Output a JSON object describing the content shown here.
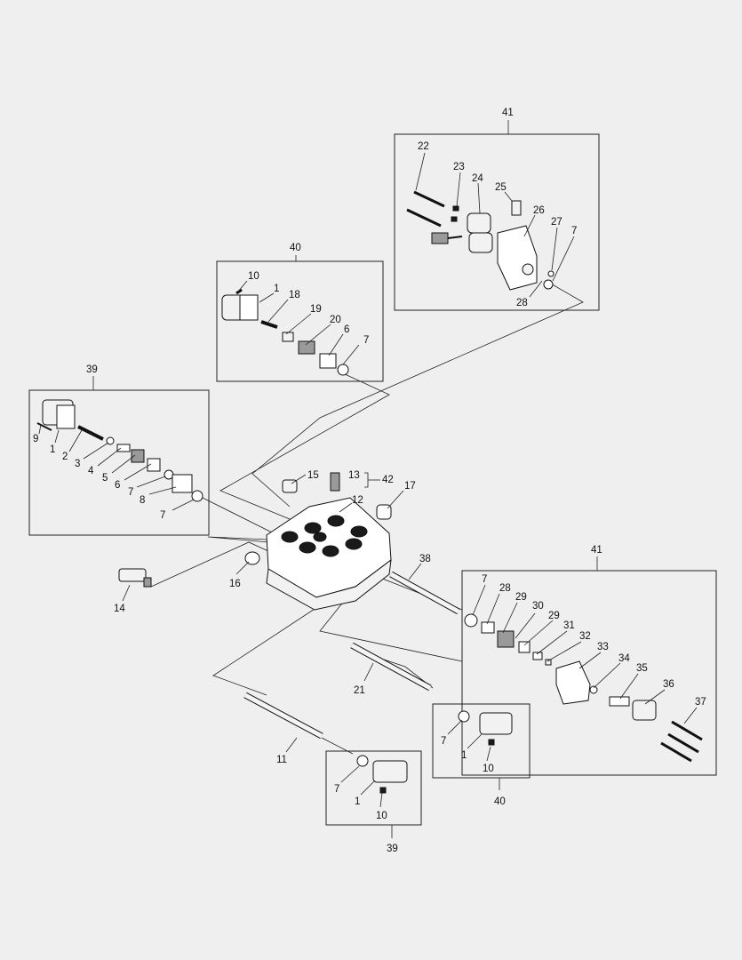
{
  "group_labels": {
    "g41_top": "41",
    "g40_top": "40",
    "g39_left": "39",
    "g41_right": "41",
    "g40_bottom": "40",
    "g39_bottom": "39"
  },
  "callouts": {
    "c22": "22",
    "c23": "23",
    "c24": "24",
    "c25": "25",
    "c26": "26",
    "c27": "27",
    "c7_a": "7",
    "c28_a": "28",
    "c10_a": "10",
    "c1_a": "1",
    "c18": "18",
    "c19": "19",
    "c20": "20",
    "c6_a": "6",
    "c7_b": "7",
    "c9": "9",
    "c1_b": "1",
    "c2": "2",
    "c3": "3",
    "c4": "4",
    "c5": "5",
    "c6_b": "6",
    "c7_c": "7",
    "c8": "8",
    "c7_d": "7",
    "c15": "15",
    "c13": "13",
    "c42": "42",
    "c12": "12",
    "c17": "17",
    "c16": "16",
    "c14": "14",
    "c38": "38",
    "c7_e": "7",
    "c28_b": "28",
    "c29_a": "29",
    "c30": "30",
    "c29_b": "29",
    "c31": "31",
    "c32": "32",
    "c33": "33",
    "c34": "34",
    "c35": "35",
    "c36": "36",
    "c37": "37",
    "c21": "21",
    "c7_f": "7",
    "c1_c": "1",
    "c10_b": "10",
    "c11": "11",
    "c7_g": "7",
    "c1_d": "1",
    "c10_c": "10"
  }
}
